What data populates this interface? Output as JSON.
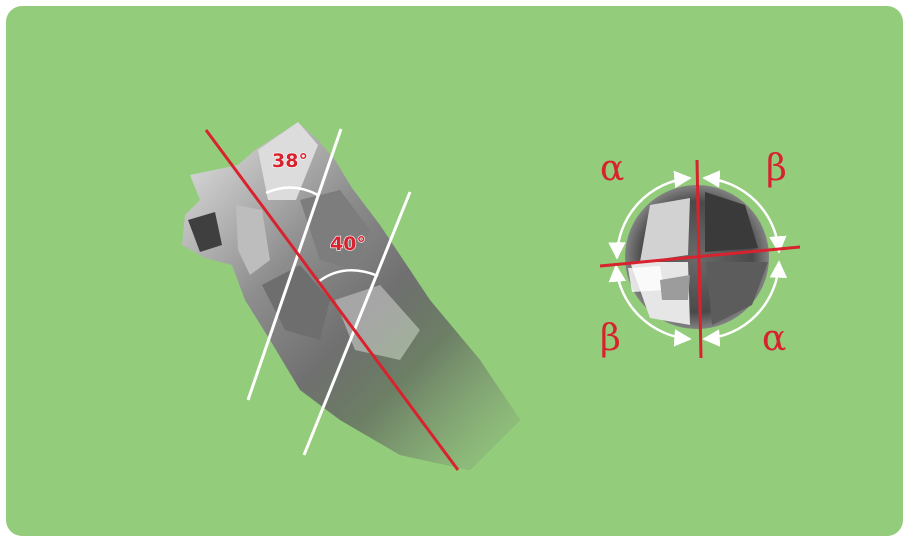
{
  "angles": {
    "upper": "38°",
    "lower": "40°"
  },
  "end_view": {
    "top_left": "α",
    "top_right": "β",
    "bottom_left": "β",
    "bottom_right": "α"
  },
  "colors": {
    "background": "#93cc7b",
    "accent": "#d8232e",
    "lines": "#ffffff"
  },
  "icons": [
    "end-mill-side-view",
    "end-mill-end-view"
  ]
}
